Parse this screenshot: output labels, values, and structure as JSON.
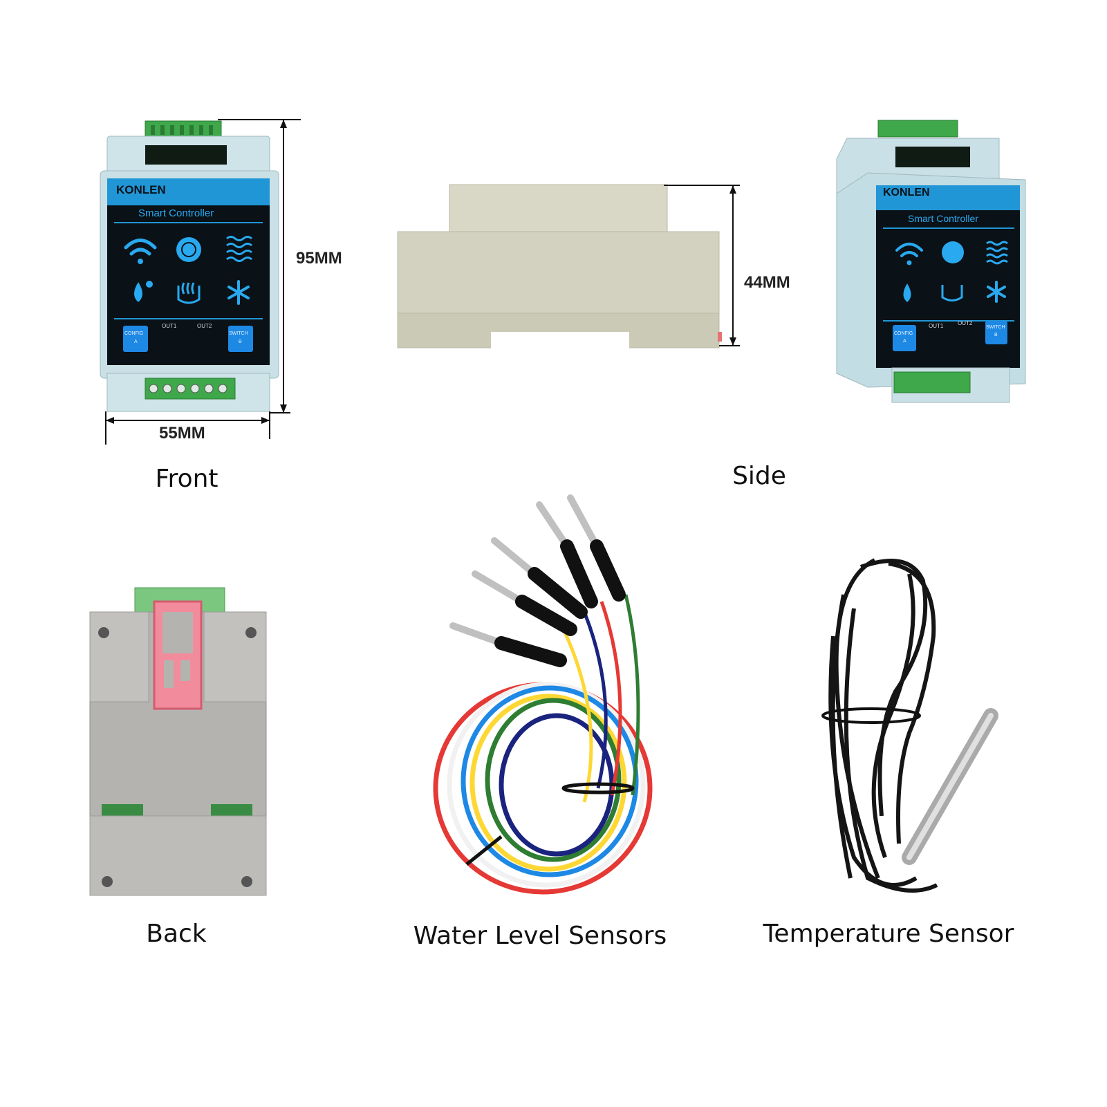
{
  "front_unit": {
    "brand": "KONLEN",
    "model": "Smart Controller",
    "out1": "OUT1",
    "out2": "OUT2",
    "btn_config": "CONFIG",
    "btn_config_sub": "A",
    "btn_switch": "SWITCH",
    "btn_switch_sub": "B"
  },
  "dimensions": {
    "height": "95MM",
    "width": "55MM",
    "depth": "44MM"
  },
  "captions": {
    "front": "Front",
    "side": "Side",
    "back": "Back",
    "water": "Water Level Sensors",
    "temp": "Temperature Sensor"
  }
}
